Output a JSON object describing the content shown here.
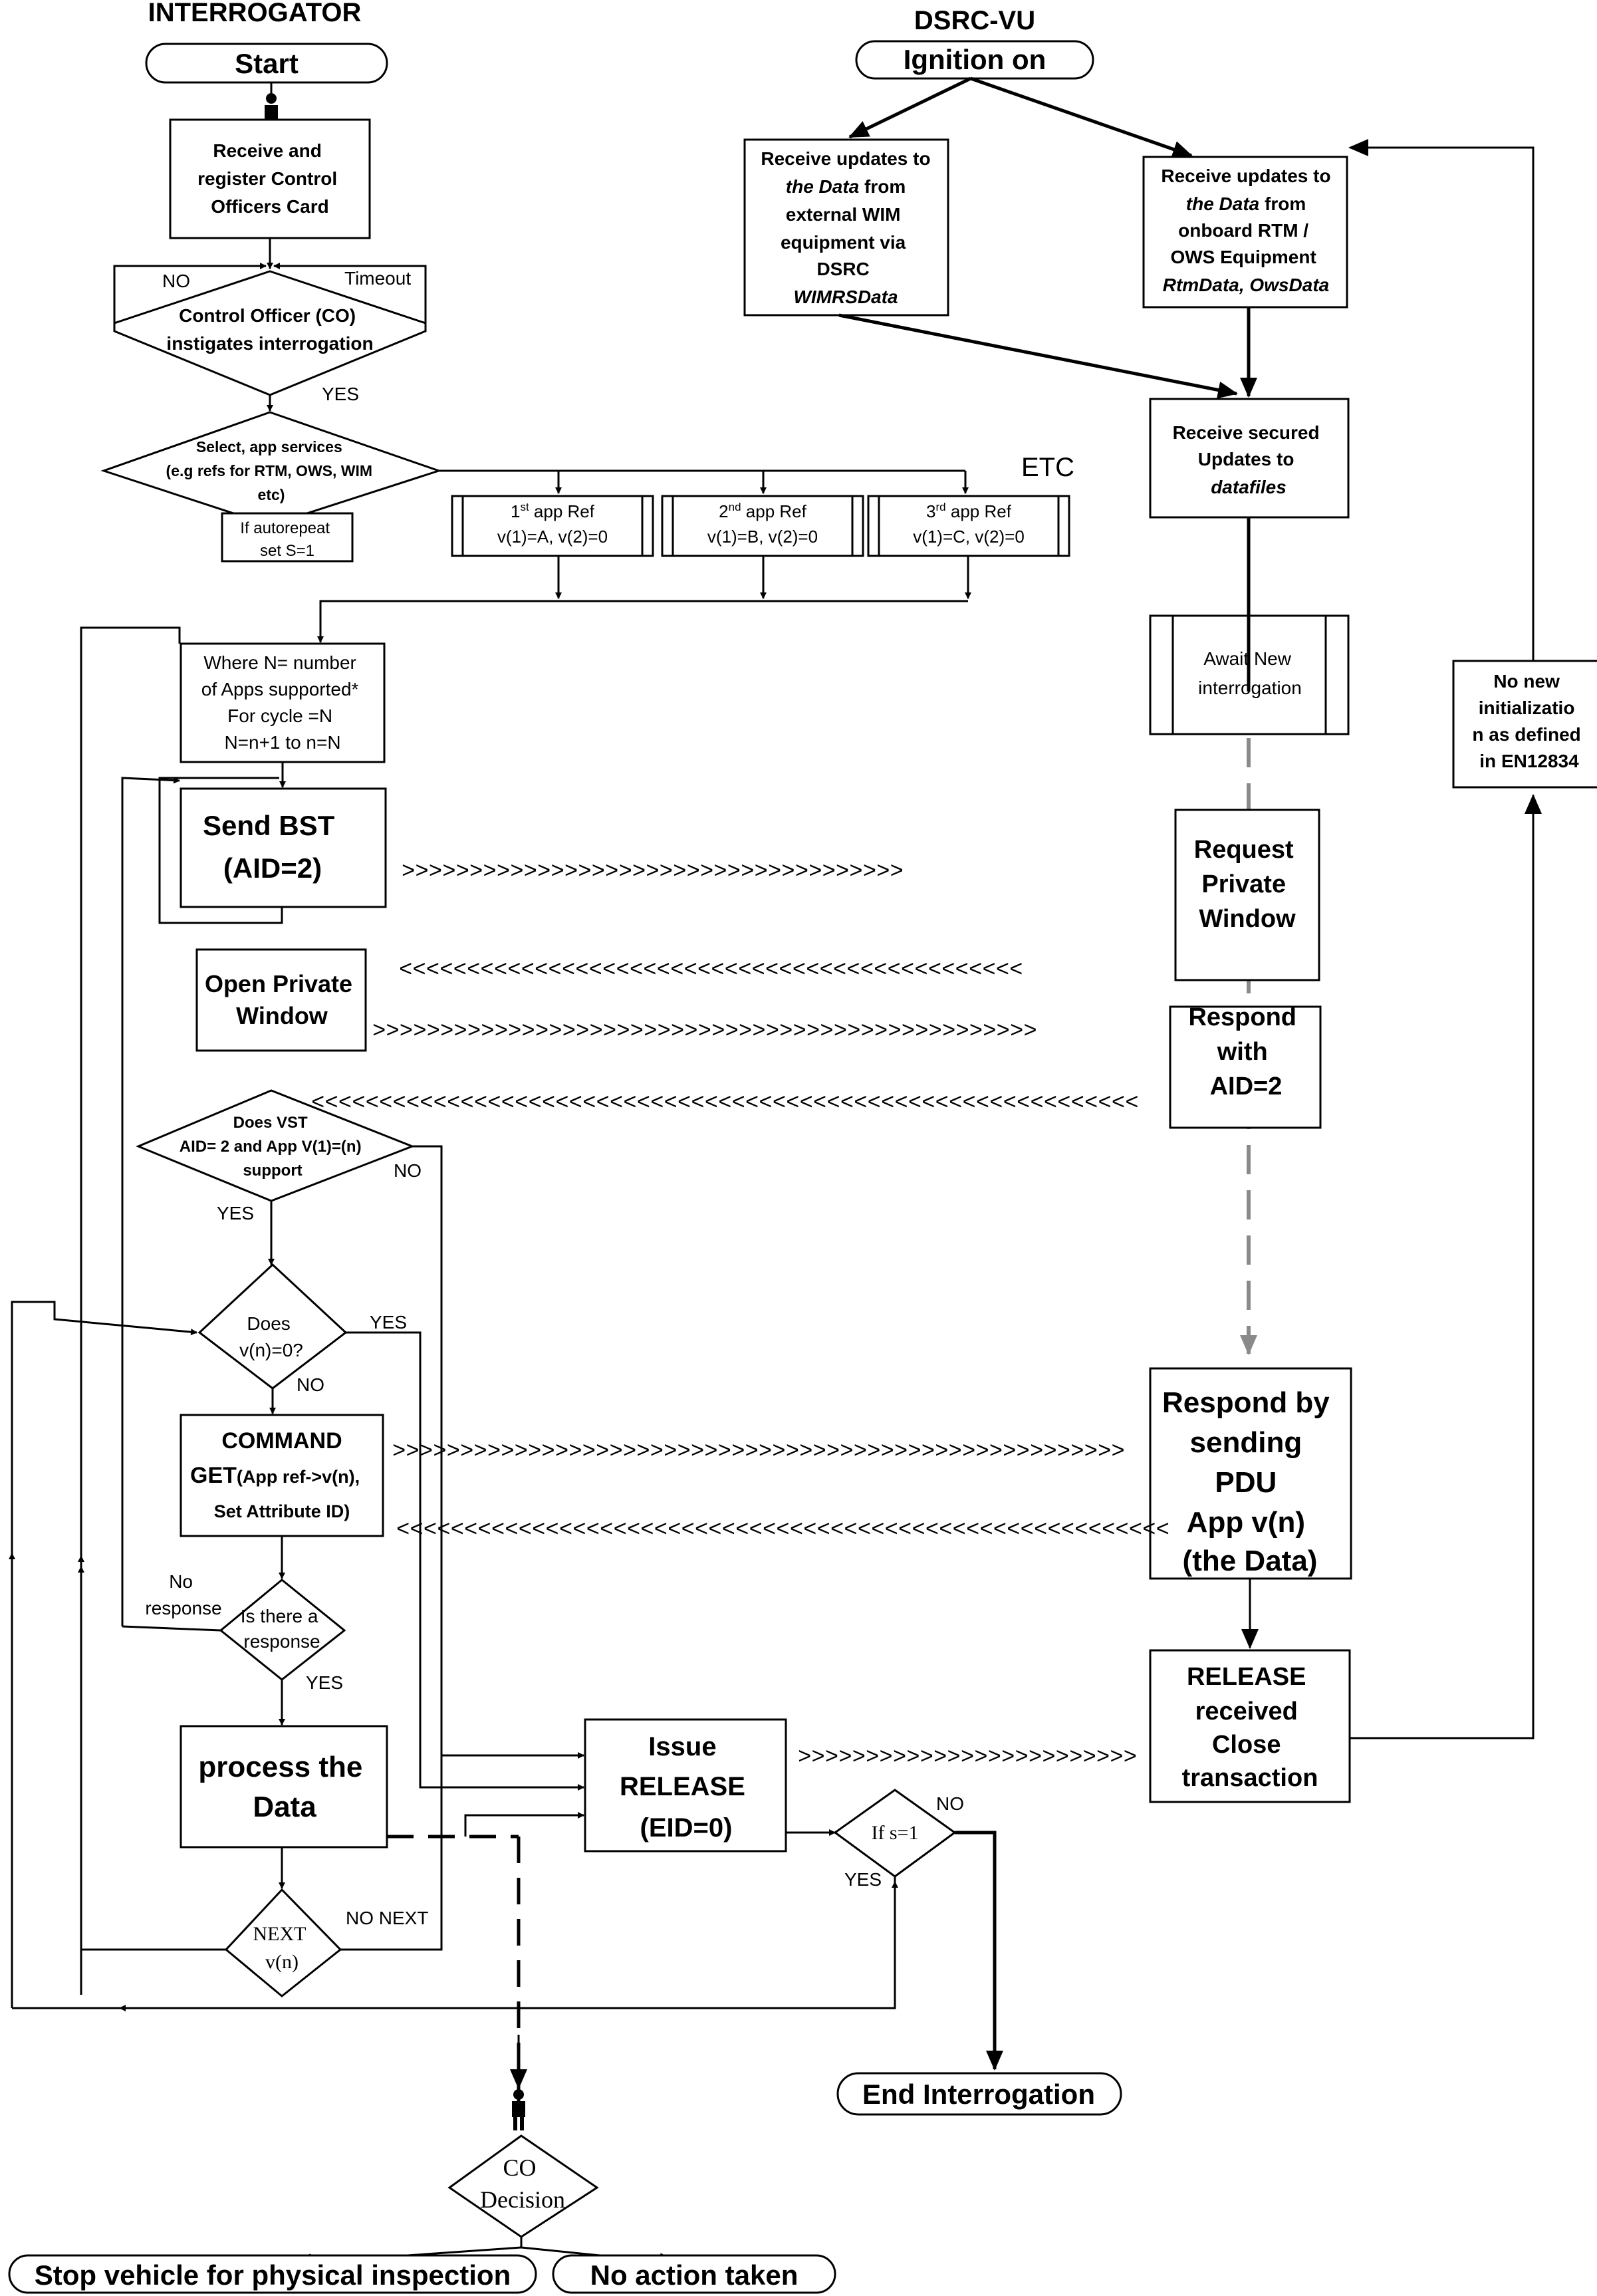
{
  "headers": {
    "interrogator": "INTERROGATOR",
    "dsrc_vu": "DSRC-VU"
  },
  "terminals": {
    "start": "Start",
    "ignition": "Ignition on",
    "end": "End Interrogation",
    "stop_vehicle": "Stop vehicle for physical inspection",
    "no_action": "No action taken"
  },
  "interrogator": {
    "register_card": [
      "Receive and",
      "register Control",
      "Officers Card"
    ],
    "co_instigates": [
      "Control Officer (CO)",
      "instigates interrogation"
    ],
    "no": "NO",
    "timeout": "Timeout",
    "yes": "YES",
    "select_services": [
      "Select, app services",
      "(e.g refs for RTM, OWS, WIM",
      "etc)"
    ],
    "autorepeat": [
      "If autorepeat",
      "set S=1"
    ],
    "etc": "ETC",
    "app_refs": [
      {
        "ordinal": "1",
        "sup": "st",
        "label": " app Ref",
        "values": "v(1)=A, v(2)=0"
      },
      {
        "ordinal": "2",
        "sup": "nd",
        "label": " app  Ref",
        "values": "v(1)=B, v(2)=0"
      },
      {
        "ordinal": "3",
        "sup": "rd",
        "label": " app Ref",
        "values": "v(1)=C, v(2)=0"
      }
    ],
    "cycle": [
      "Where N= number",
      "of Apps supported*",
      "For cycle =N",
      "N=n+1 to n=N"
    ],
    "send_bst": [
      "Send BST",
      "(AID=2)"
    ],
    "open_private": [
      "Open Private",
      "Window"
    ],
    "vst_check": [
      "Does VST",
      "AID= 2 and App V(1)=(n)",
      "support"
    ],
    "vst_no": "NO",
    "vst_yes": "YES",
    "vn_zero": [
      "Does",
      "v(n)=0?"
    ],
    "vn_yes": "YES",
    "vn_no": "NO",
    "command_get": [
      "COMMAND",
      "GET",
      "(App ref->v(n),",
      "Set Attribute ID)"
    ],
    "no_response": [
      "No",
      "response"
    ],
    "is_response": [
      "Is there a",
      "response"
    ],
    "response_yes": "YES",
    "process_data": [
      "process  the",
      "Data"
    ],
    "issue_release": [
      "Issue",
      "RELEASE",
      "(EID=0)"
    ],
    "if_s1": "If s=1",
    "s1_no": "NO",
    "s1_yes": "YES",
    "next_vn": [
      "NEXT",
      "v(n)"
    ],
    "no_next": "NO NEXT",
    "co_decision": [
      "CO",
      "Decision"
    ]
  },
  "dsrc": {
    "wim_updates": [
      "Receive updates to",
      "the Data",
      " from",
      "external WIM",
      "equipment via",
      "DSRC",
      "WIMRSData"
    ],
    "rtm_updates": [
      "Receive updates to",
      "the Data",
      " from",
      "onboard RTM /",
      "OWS Equipment",
      "RtmData, OwsData"
    ],
    "secured_updates": [
      "Receive secured",
      "Updates to",
      "datafiles"
    ],
    "await": [
      "Await New",
      "interrogation"
    ],
    "no_new_init": [
      "No new",
      "initializatio",
      "n as defined",
      "in EN12834"
    ],
    "request_private": [
      "Request",
      "Private",
      "Window"
    ],
    "respond_aid": [
      "Respond",
      "with",
      "AID=2"
    ],
    "respond_pdu": [
      "Respond by",
      "sending",
      "PDU",
      "App v(n)",
      "(the Data)"
    ],
    "release_received": [
      "RELEASE",
      "received",
      "Close",
      "transaction"
    ]
  },
  "messages": {
    "right_bst": ">>>>>>>>>>>>>>>>>>>>>>>>>>>>>>>>>>>>>",
    "left_private": "<<<<<<<<<<<<<<<<<<<<<<<<<<<<<<<<<<<<<<<<<<<<<<",
    "right_open": ">>>>>>>>>>>>>>>>>>>>>>>>>>>>>>>>>>>>>>>>>>>>>>>>>",
    "left_vst": "<<<<<<<<<<<<<<<<<<<<<<<<<<<<<<<<<<<<<<<<<<<<<<<<<<<<<<<<<<<<<",
    "right_cmd": ">>>>>>>>>>>>>>>>>>>>>>>>>>>>>>>>>>>>>>>>>>>>>>>>>>>>>>",
    "left_pdu": "<<<<<<<<<<<<<<<<<<<<<<<<<<<<<<<<<<<<<<<<<<<<<<<<<<<<<<<<<",
    "right_release": ">>>>>>>>>>>>>>>>>>>>>>>>>"
  }
}
